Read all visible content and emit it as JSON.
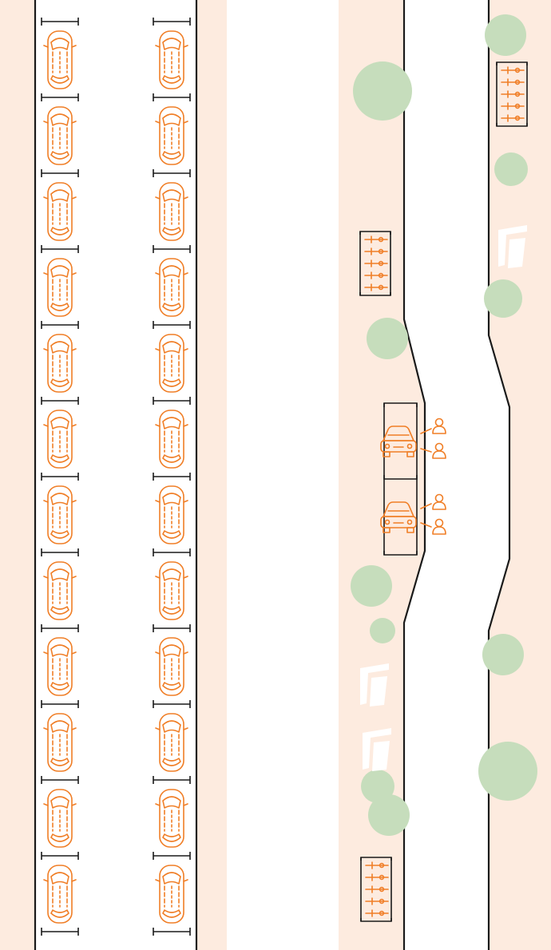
{
  "colors": {
    "sidewalk": "#FDEBDF",
    "road": "#FFFFFF",
    "curb": "#1A1A1A",
    "icon": "#F07E26",
    "tree": "#C6DDBC"
  },
  "left_panel": {
    "description_icon": "car-top-view-icon",
    "parking_lanes": 2,
    "cars_per_lane": 12
  },
  "right_panel": {
    "bike_racks": 3,
    "parked_cars": 2,
    "pedestrians": 4,
    "trees": 11,
    "benches": 3
  }
}
